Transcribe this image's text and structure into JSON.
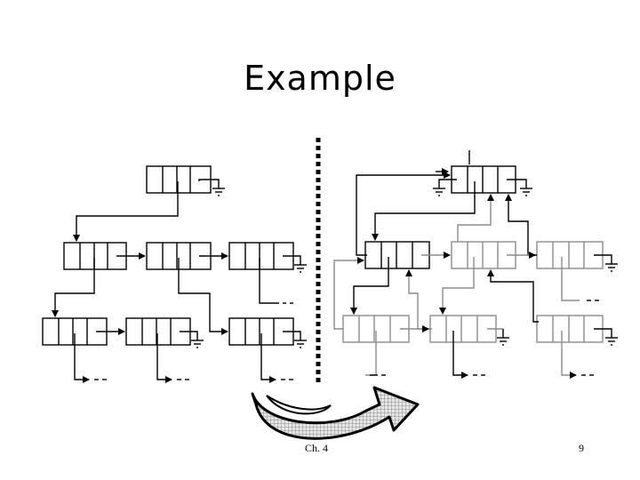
{
  "slide": {
    "title": "Example",
    "chapter": "Ch. 4",
    "page_number": "9"
  },
  "icons": {
    "transform_arrow": "curved-arrow-icon",
    "null_pointer": "ground-symbol-icon"
  },
  "colors": {
    "line": "#000000",
    "gray_line": "#8c8c8c",
    "divider": "#000000",
    "arrow_fill": "#cfcfcf"
  }
}
